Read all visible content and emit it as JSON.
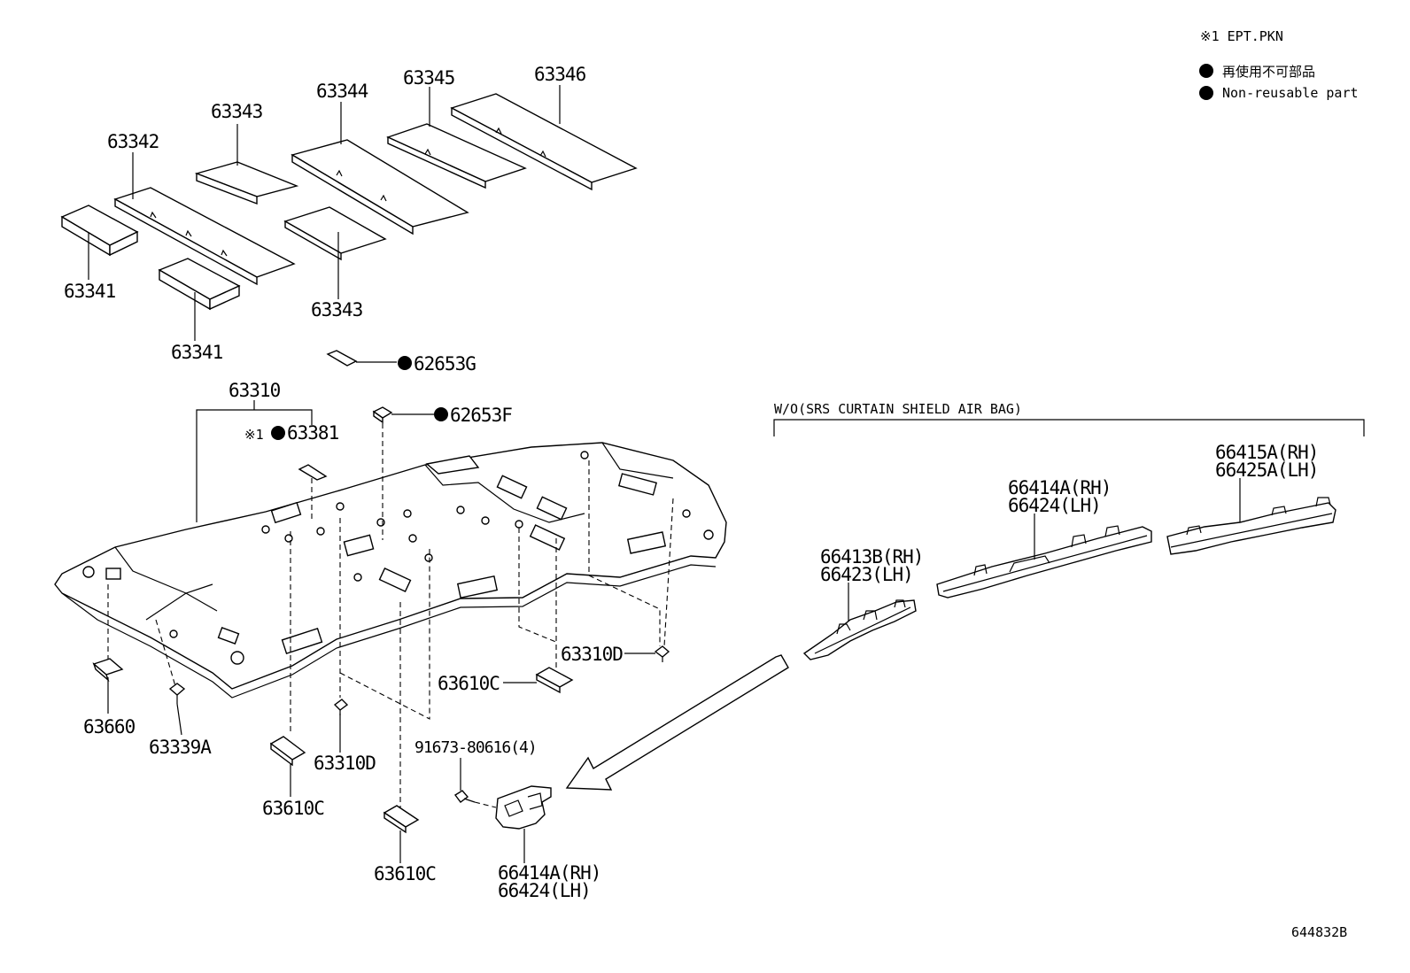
{
  "legend": {
    "epn": "※1 EPT.PKN",
    "nonreusable_jp": "再使用不可部品",
    "nonreusable_en": "Non-reusable part"
  },
  "variant_label": "W/O(SRS CURTAIN SHIELD AIR BAG)",
  "diagram_id": "644832B",
  "parts": {
    "p63341a": "63341",
    "p63341b": "63341",
    "p63342": "63342",
    "p63343a": "63343",
    "p63343b": "63343",
    "p63344": "63344",
    "p63345": "63345",
    "p63346": "63346",
    "p62653g": "62653G",
    "p62653f": "62653F",
    "p63310": "63310",
    "p63381_prefix": "※1",
    "p63381": "63381",
    "p63310d_a": "63310D",
    "p63310d_b": "63310D",
    "p63610c_a": "63610C",
    "p63610c_b": "63610C",
    "p63610c_c": "63610C",
    "p63660": "63660",
    "p63339a": "63339A",
    "p91673": "91673-80616(4)",
    "p66414a_bottom_rh": "66414A(RH)",
    "p66424_bottom_lh": "66424(LH)",
    "p66413b_rh": "66413B(RH)",
    "p66423_lh": "66423(LH)",
    "p66414a_rh": "66414A(RH)",
    "p66424_lh": "66424(LH)",
    "p66415a_rh": "66415A(RH)",
    "p66425a_lh": "66425A(LH)"
  }
}
